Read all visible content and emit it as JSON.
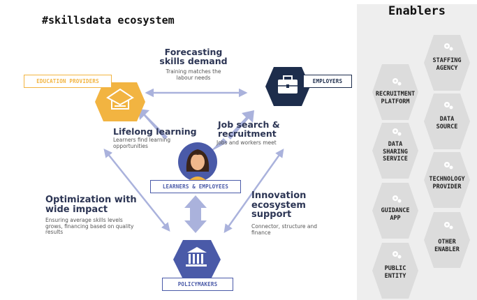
{
  "title": "#skillsdata ecosystem",
  "nodes": {
    "education": {
      "label": "EDUCATION PROVIDERS",
      "color": "#f2b441"
    },
    "employers": {
      "label": "EMPLOYERS",
      "color": "#1d2d4c"
    },
    "learners": {
      "label": "LEARNERS & EMPLOYEES",
      "color": "#4a5aa8"
    },
    "policymakers": {
      "label": "POLICYMAKERS",
      "color": "#4a5aa8"
    }
  },
  "flows": {
    "forecasting": {
      "heading": "Forecasting\nskills demand",
      "desc": "Training matches the\nlabour needs"
    },
    "lifelong": {
      "heading": "Lifelong learning",
      "desc": "Learners find learning\nopportunities"
    },
    "jobsearch": {
      "heading": "Job search &\nrecruitment",
      "desc": "Jobs and workers meet"
    },
    "optimization": {
      "heading": "Optimization with\nwide impact",
      "desc": "Ensuring average skills levels\ngrows, financing based on quality\nresults"
    },
    "innovation": {
      "heading": "Innovation\necosystem\nsupport",
      "desc": "Connector, structure and\nfinance"
    }
  },
  "enablers": {
    "title": "Enablers",
    "items": [
      {
        "key": "staffing",
        "label": "STAFFING\nAGENCY"
      },
      {
        "key": "recruitment",
        "label": "RECRUITMENT\nPLATFORM"
      },
      {
        "key": "datasource",
        "label": "DATA\nSOURCE"
      },
      {
        "key": "datasharing",
        "label": "DATA\nSHARING\nSERVICE"
      },
      {
        "key": "technology",
        "label": "TECHNOLOGY\nPROVIDER"
      },
      {
        "key": "guidance",
        "label": "GUIDANCE\nAPP"
      },
      {
        "key": "other",
        "label": "OTHER\nENABLER"
      },
      {
        "key": "public",
        "label": "PUBLIC\nENTITY"
      }
    ],
    "hex_color": "#dcdcdc",
    "icon_color": "#ffffff"
  },
  "arrow_color": "#aab2dc"
}
